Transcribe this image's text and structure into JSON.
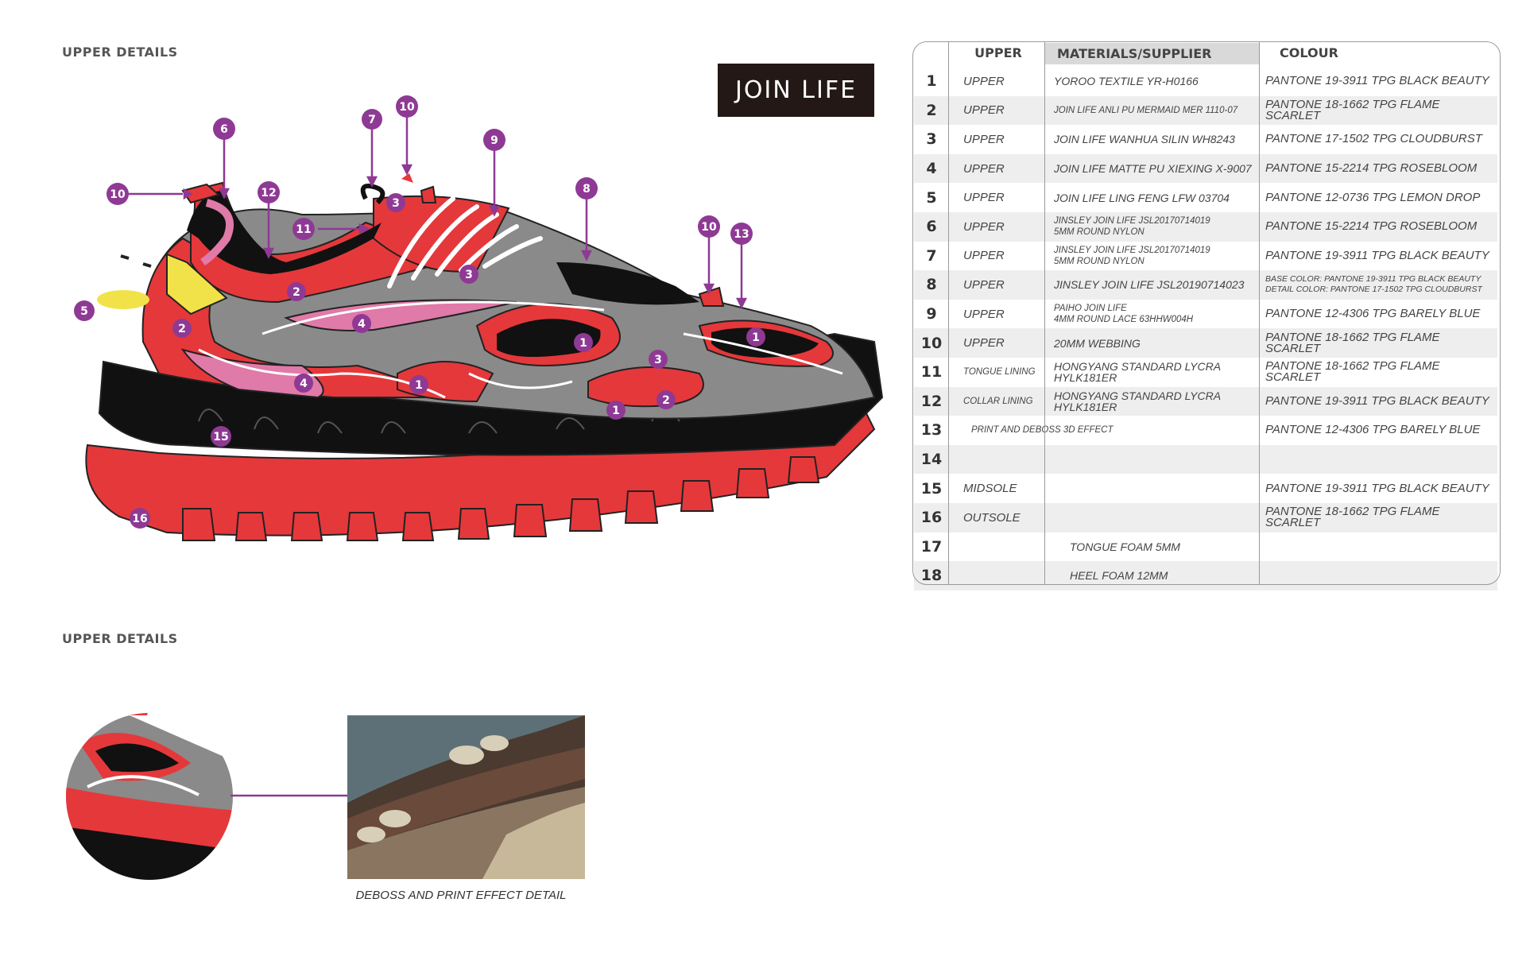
{
  "labels": {
    "upper_details_top": "UPPER DETAILS",
    "upper_details_bottom": "UPPER DETAILS"
  },
  "brand": "JOIN LIFE",
  "callouts": [
    "1",
    "2",
    "3",
    "4",
    "5",
    "6",
    "7",
    "8",
    "9",
    "10",
    "11",
    "12",
    "13",
    "15",
    "16"
  ],
  "callout_color": "#8e3a94",
  "table": {
    "headers": {
      "part": "UPPER",
      "material": "MATERIALS/SUPPLIER",
      "colour": "COLOUR"
    },
    "rows": [
      {
        "n": "1",
        "part": "UPPER",
        "material": "YOROO TEXTILE  YR-H0166",
        "colour": "PANTONE 19-3911 TPG BLACK BEAUTY"
      },
      {
        "n": "2",
        "part": "UPPER",
        "material": "JOIN LIFE ANLI PU MERMAID MER 1110-07",
        "colour": "PANTONE  18-1662 TPG FLAME SCARLET"
      },
      {
        "n": "3",
        "part": "UPPER",
        "material": "JOIN LIFE WANHUA SILIN WH8243",
        "colour": "PANTONE 17-1502 TPG CLOUDBURST"
      },
      {
        "n": "4",
        "part": "UPPER",
        "material": "JOIN LIFE MATTE PU XIEXING X-9007",
        "colour": "PANTONE 15-2214 TPG ROSEBLOOM"
      },
      {
        "n": "5",
        "part": "UPPER",
        "material": "JOIN LIFE LING FENG LFW 03704",
        "colour": "PANTONE 12-0736 TPG LEMON DROP"
      },
      {
        "n": "6",
        "part": "UPPER",
        "material": "JINSLEY JOIN LIFE JSL20170714019\n5MM ROUND NYLON",
        "colour": "PANTONE 15-2214 TPG ROSEBLOOM"
      },
      {
        "n": "7",
        "part": "UPPER",
        "material": "JINSLEY JOIN LIFE JSL20170714019\n5MM ROUND NYLON",
        "colour": "PANTONE 19-3911 TPG BLACK BEAUTY"
      },
      {
        "n": "8",
        "part": "UPPER",
        "material": "JINSLEY JOIN LIFE JSL20190714023",
        "colour": "BASE COLOR: PANTONE 19-3911 TPG BLACK BEAUTY\nDETAIL COLOR: PANTONE 17-1502 TPG CLOUDBURST"
      },
      {
        "n": "9",
        "part": "UPPER",
        "material": "PAIHO JOIN LIFE\n4MM ROUND LACE 63HHW004H",
        "colour": "PANTONE 12-4306 TPG BARELY BLUE"
      },
      {
        "n": "10",
        "part": "UPPER",
        "material": "20MM WEBBING",
        "colour": "PANTONE  18-1662 TPG FLAME SCARLET"
      },
      {
        "n": "11",
        "part": "TONGUE LINING",
        "material": "HONGYANG STANDARD LYCRA HYLK181ER",
        "colour": "PANTONE  18-1662 TPG FLAME SCARLET"
      },
      {
        "n": "12",
        "part": "COLLAR LINING",
        "material": "HONGYANG STANDARD LYCRA HYLK181ER",
        "colour": "PANTONE 19-3911 TPG BLACK BEAUTY"
      },
      {
        "n": "13",
        "part": "PRINT AND DEBOSS 3D EFFECT",
        "material": "",
        "colour": "PANTONE 12-4306 TPG BARELY BLUE"
      },
      {
        "n": "14",
        "part": "",
        "material": "",
        "colour": ""
      },
      {
        "n": "15",
        "part": "MIDSOLE",
        "material": "",
        "colour": "PANTONE 19-3911 TPG BLACK BEAUTY"
      },
      {
        "n": "16",
        "part": "OUTSOLE",
        "material": "",
        "colour": "PANTONE  18-1662 TPG FLAME SCARLET"
      },
      {
        "n": "17",
        "part": "",
        "material": "TONGUE FOAM 5MM",
        "colour": ""
      },
      {
        "n": "18",
        "part": "",
        "material": "HEEL FOAM 12MM",
        "colour": ""
      }
    ]
  },
  "caption": "DEBOSS AND PRINT EFFECT DETAIL",
  "colors": {
    "red": "#e5383b",
    "black": "#111111",
    "grey": "#8a8a8a",
    "pink": "#e07aa8",
    "yellow": "#f2e24a",
    "purple": "#8e3a94"
  }
}
